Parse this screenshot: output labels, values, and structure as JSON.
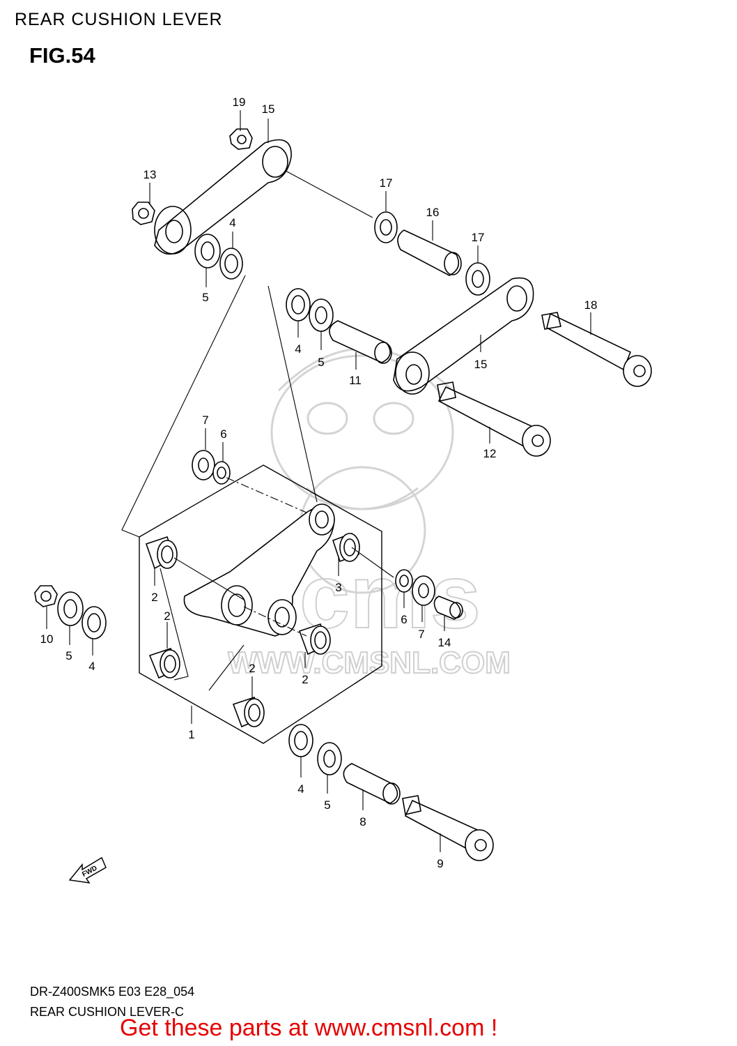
{
  "page": {
    "title": "REAR CUSHION LEVER",
    "figure": "FIG.54",
    "footer_code": "DR-Z400SMK5 E03 E28_054",
    "footer_name": "REAR CUSHION LEVER-C",
    "cta": "Get these parts at www.cmsnl.com !"
  },
  "watermark": {
    "brand": "cms",
    "site": "WWW.CMSNL.COM"
  },
  "fwd_label": "FWD",
  "callouts": [
    {
      "id": "c19",
      "label": "19"
    },
    {
      "id": "c15a",
      "label": "15"
    },
    {
      "id": "c13",
      "label": "13"
    },
    {
      "id": "c17a",
      "label": "17"
    },
    {
      "id": "c16",
      "label": "16"
    },
    {
      "id": "c17b",
      "label": "17"
    },
    {
      "id": "c4a",
      "label": "4"
    },
    {
      "id": "c5a",
      "label": "5"
    },
    {
      "id": "c18",
      "label": "18"
    },
    {
      "id": "c4b",
      "label": "4"
    },
    {
      "id": "c5b",
      "label": "5"
    },
    {
      "id": "c11",
      "label": "11"
    },
    {
      "id": "c15b",
      "label": "15"
    },
    {
      "id": "c7a",
      "label": "7"
    },
    {
      "id": "c6a",
      "label": "6"
    },
    {
      "id": "c12",
      "label": "12"
    },
    {
      "id": "c3",
      "label": "3"
    },
    {
      "id": "c2a",
      "label": "2"
    },
    {
      "id": "c2b",
      "label": "2"
    },
    {
      "id": "c6b",
      "label": "6"
    },
    {
      "id": "c7b",
      "label": "7"
    },
    {
      "id": "c14",
      "label": "14"
    },
    {
      "id": "c10",
      "label": "10"
    },
    {
      "id": "c5c",
      "label": "5"
    },
    {
      "id": "c4c",
      "label": "4"
    },
    {
      "id": "c2c",
      "label": "2"
    },
    {
      "id": "c2d",
      "label": "2"
    },
    {
      "id": "c1",
      "label": "1"
    },
    {
      "id": "c4d",
      "label": "4"
    },
    {
      "id": "c5d",
      "label": "5"
    },
    {
      "id": "c8",
      "label": "8"
    },
    {
      "id": "c9",
      "label": "9"
    }
  ]
}
